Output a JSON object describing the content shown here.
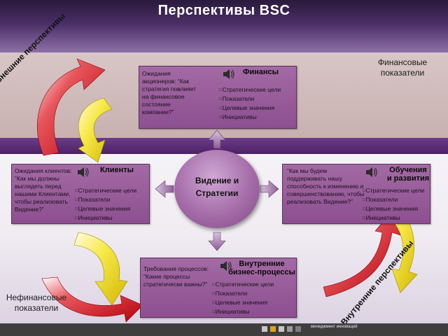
{
  "title": "Перспективы BSC",
  "center": {
    "line1": "Видение и",
    "line2": "Стратегии"
  },
  "labels": {
    "financial_indicators": [
      "Финансовые",
      "показатели"
    ],
    "nonfinancial_indicators": [
      "Нефинансовые",
      "показатели"
    ],
    "external_perspectives": "Внешние перспективы",
    "internal_perspectives": "Внутренние перспективы"
  },
  "cards": {
    "finance": {
      "head": "Финансы",
      "question": [
        "Ожидания",
        "акционеров: “Как",
        "стратегия повлияет",
        "на финансовое",
        "состояние",
        "компании?”"
      ],
      "items": [
        "Стратегические цели",
        "Показатели",
        "Целевые значения",
        "Инициативы"
      ]
    },
    "clients": {
      "head": "Клиенты",
      "question": [
        "Ожидания клиентов:",
        "“Как мы должны",
        "выглядеть перед",
        "нашими Клиентами,",
        "чтобы реализовать",
        "Видение?”"
      ],
      "items": [
        "Стратегические цели",
        "Показатели",
        "Целевые значения",
        "Инициативы"
      ]
    },
    "learning": {
      "head": [
        "Обучения",
        "и развития"
      ],
      "question": [
        "“Как мы будем",
        "поддерживать нашу",
        "способность к изменению и",
        "совершенствованию, чтобы",
        "реализовать Видение?”"
      ],
      "items": [
        "Стратегические цели",
        "Показатели",
        "Целевые значения",
        "Инициативы"
      ]
    },
    "processes": {
      "head": [
        "Внутренние",
        "бизнес-процессы"
      ],
      "question": [
        "Требования процессов:",
        "“Какие процессы",
        "стратегически важны?”"
      ],
      "items": [
        "Стратегические цели",
        "Показатели",
        "Целевые значения",
        "Инициативы"
      ]
    }
  },
  "footer": "менеджмент инноваций",
  "colors": {
    "card": "#9a5f9c",
    "band": "#4a2e66",
    "arrow_red": "#d4141e",
    "arrow_yellow": "#f4e21c"
  }
}
